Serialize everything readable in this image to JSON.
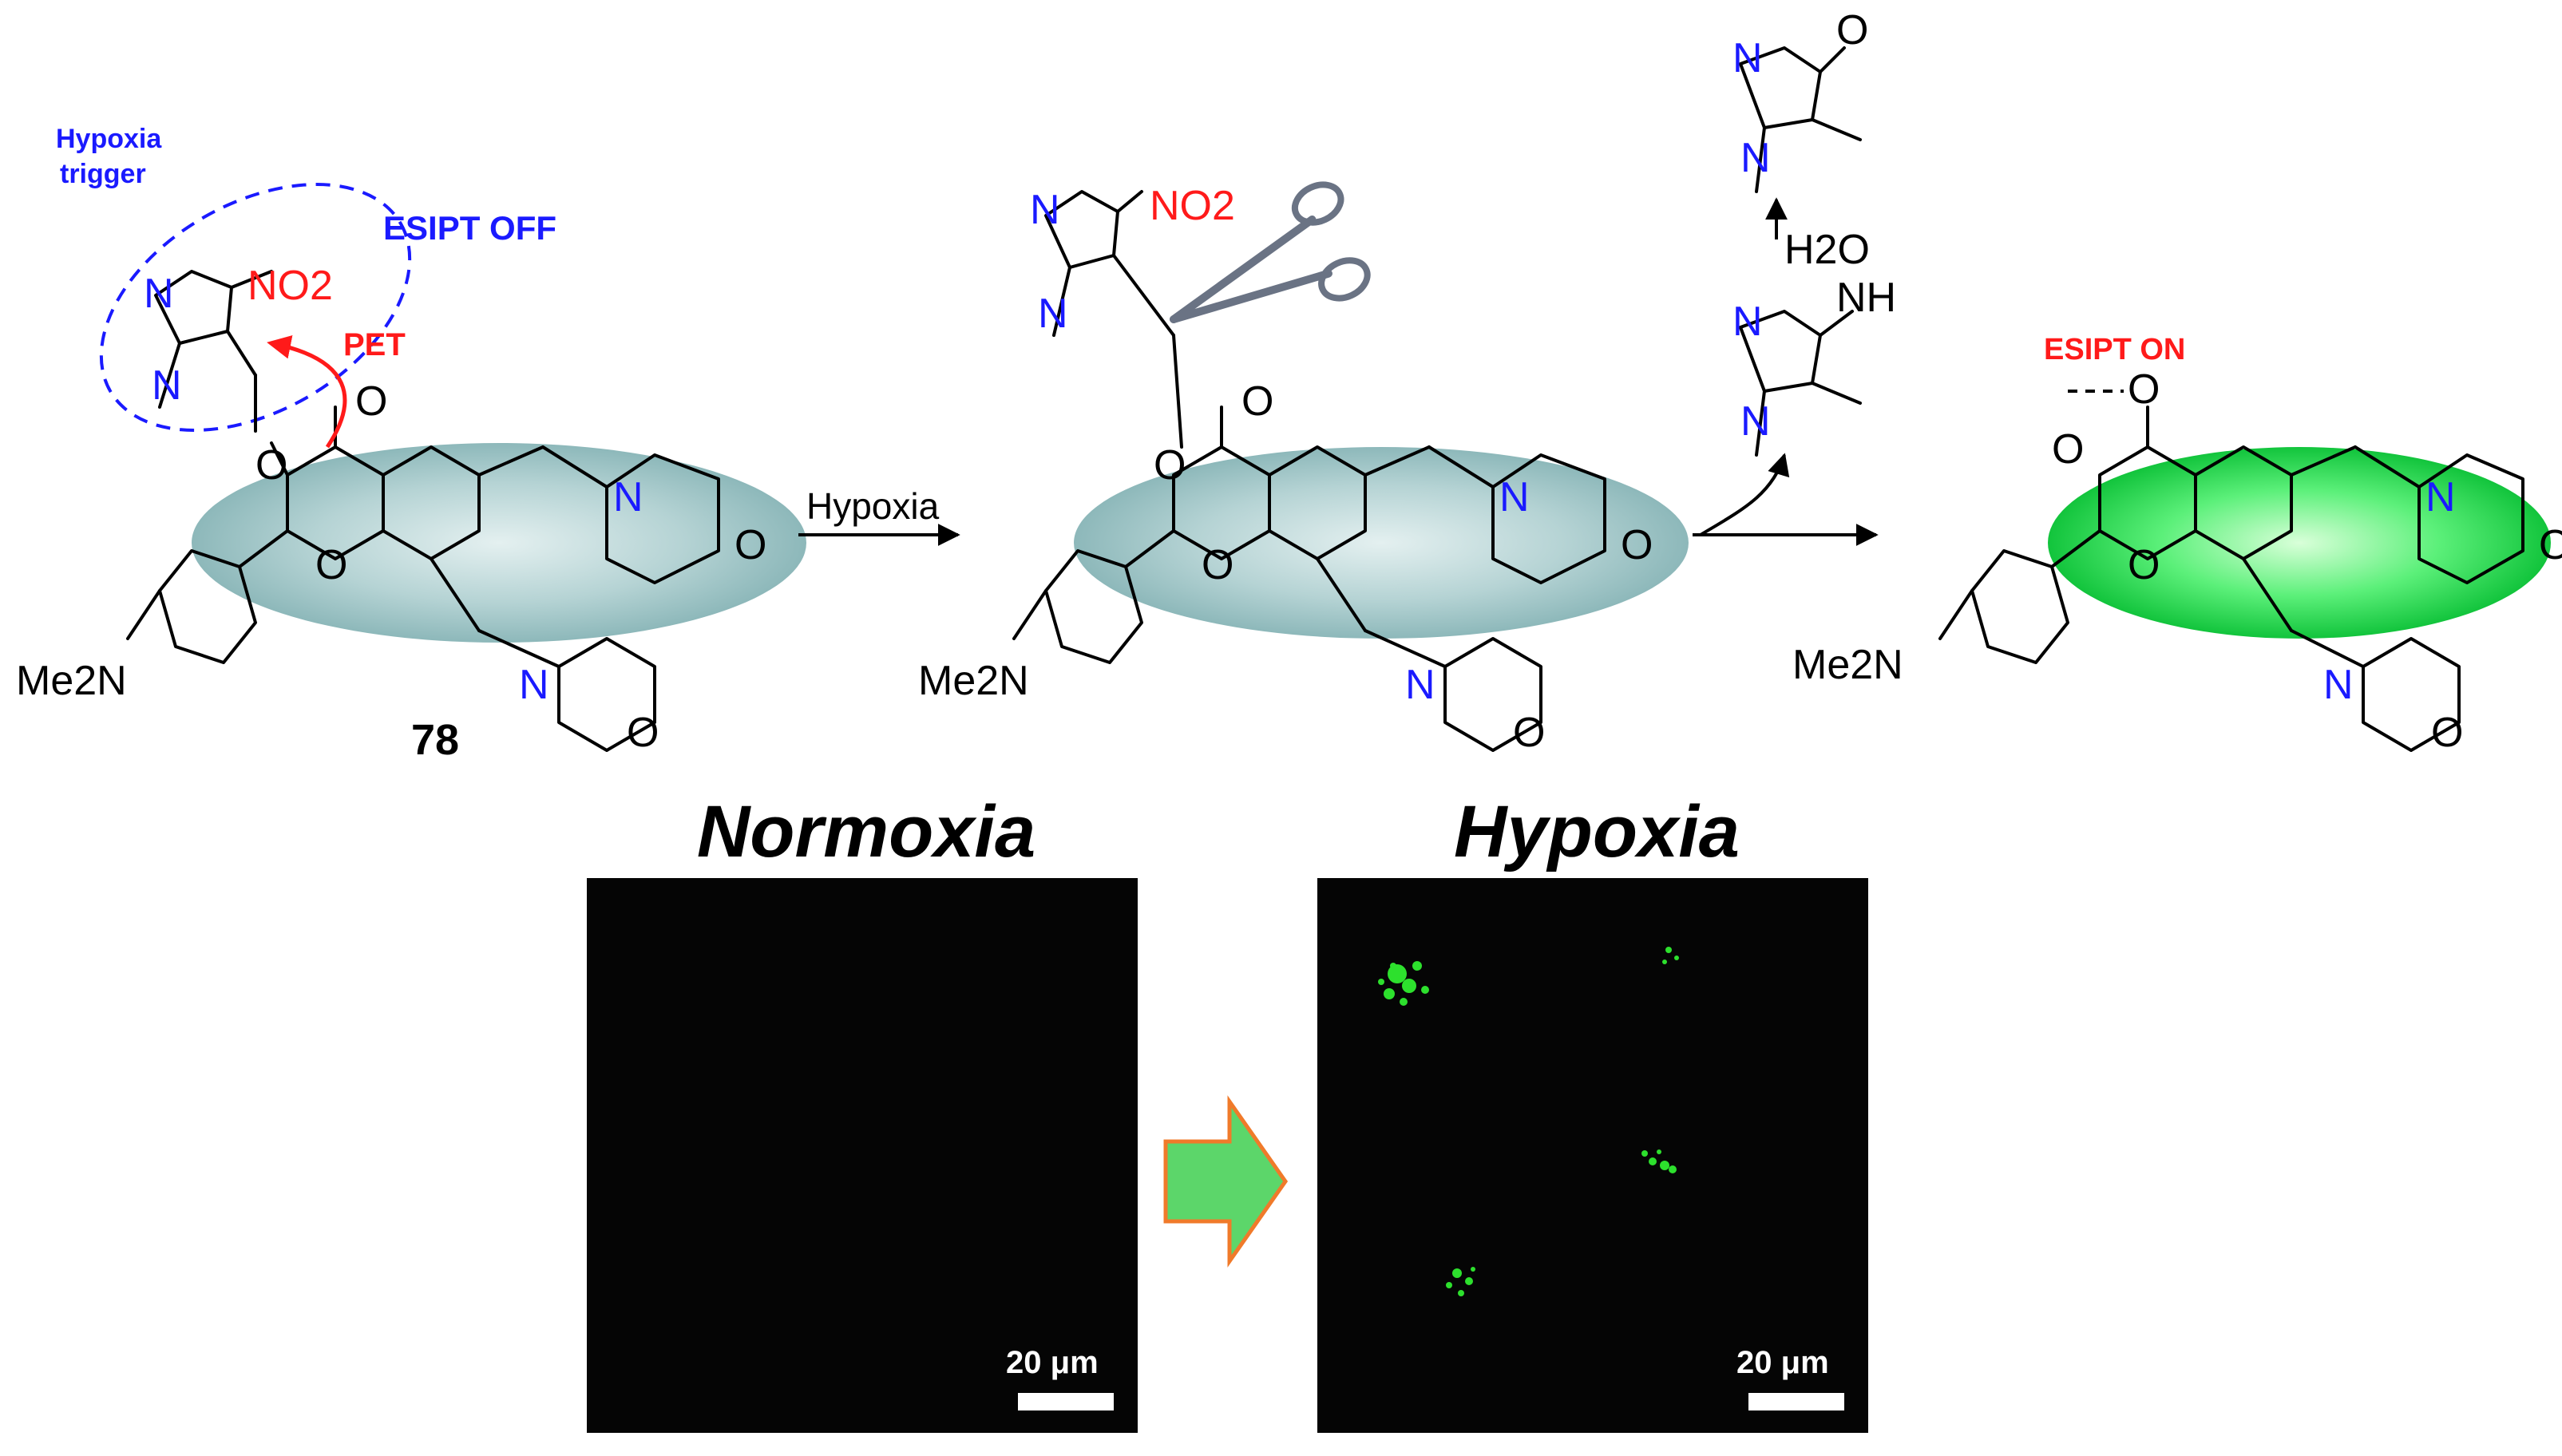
{
  "scheme": {
    "trigger_label": "Hypoxia\ntrigger",
    "trigger_line1": "Hypoxia",
    "trigger_line2": "trigger",
    "esipt_off": "ESIPT OFF",
    "esipt_on": "ESIPT ON",
    "pet": "PET",
    "compound_number": "78",
    "arrow1_label": "Hypoxia",
    "water": "H2O",
    "nitro": "NO2",
    "dimethylamino": "Me2N",
    "imine": "NH"
  },
  "images": {
    "left_title": "Normoxia",
    "right_title": "Hypoxia",
    "scale_left": "20 μm",
    "scale_right": "20 μm"
  },
  "colors": {
    "esipt_off_blue": "#1a1aff",
    "red_accent": "#ff1a1a",
    "nitrogen_blue": "#1a1aff",
    "teal_ellipse": "#9fc4c6",
    "green_ellipse": "#2ee05a",
    "arrow_fill": "#5cd66a",
    "arrow_outline": "#f07a2a"
  }
}
